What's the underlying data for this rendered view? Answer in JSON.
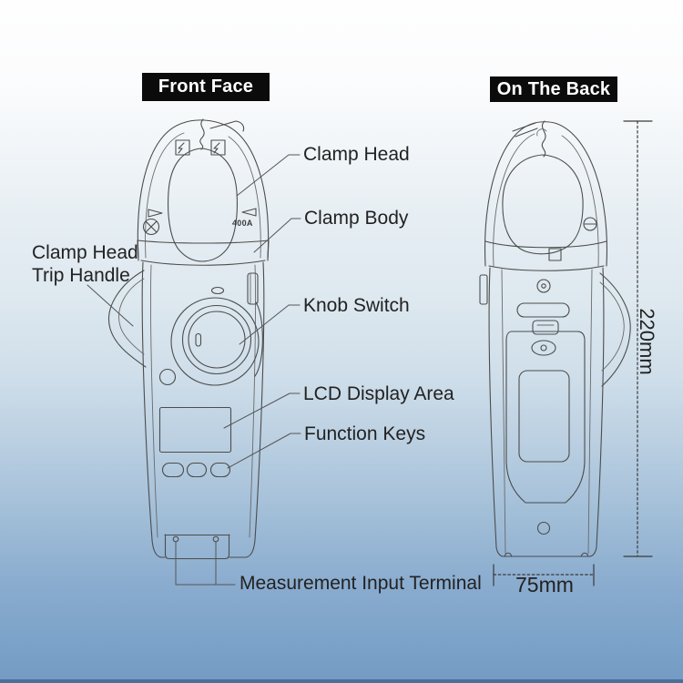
{
  "headers": {
    "front": "Front Face",
    "back": "On The Back"
  },
  "callouts": {
    "clamp_head": "Clamp Head",
    "clamp_body": "Clamp Body",
    "trip_handle": {
      "line1": "Clamp Head",
      "line2": "Trip Handle"
    },
    "knob_switch": "Knob Switch",
    "lcd_display_area": "LCD Display Area",
    "function_keys": "Function Keys",
    "measurement_input_terminal": "Measurement Input Terminal"
  },
  "dimensions": {
    "device_height": "220mm",
    "device_width": "75mm"
  },
  "markings": {
    "current_rating": "400A"
  },
  "colors": {
    "header_bg": "#0b0b0b",
    "header_text": "#ffffff",
    "line": "#4c4c4c",
    "label_text": "#222222",
    "background_top": "#fefefe",
    "background_bottom": "#739bc3",
    "bottom_bar": "#4a6f99"
  }
}
